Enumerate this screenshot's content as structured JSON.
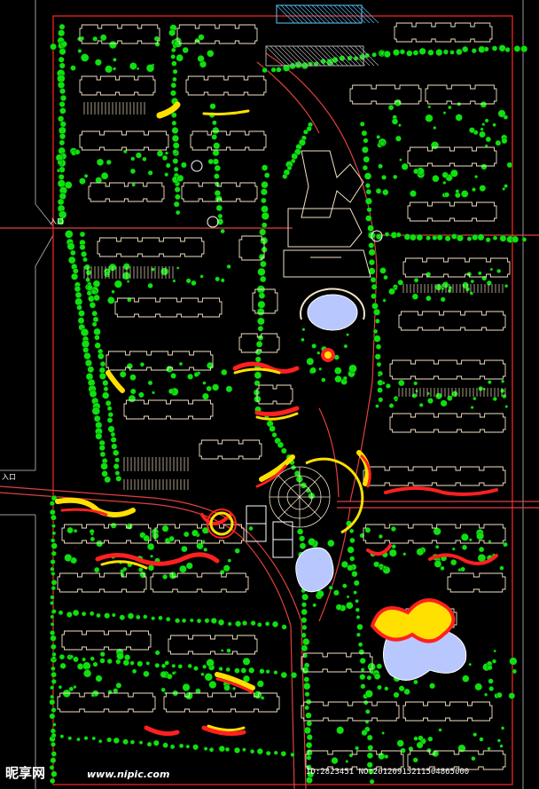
{
  "plan": {
    "labels": {
      "west_entrance": "入口",
      "south_entrance": "入口"
    },
    "colors": {
      "background": "#000000",
      "boundary": "#e02020",
      "building": "#f2e2c4",
      "greenery": "#10e010",
      "path": "#e04040",
      "water": "#b8c8ff",
      "flower_red": "#ff2020",
      "flower_yellow": "#ffe000"
    }
  },
  "watermark": {
    "site": "昵享网",
    "url": "www.nipic.com",
    "id": "ID:2823451 NO:20120915211504865000"
  }
}
